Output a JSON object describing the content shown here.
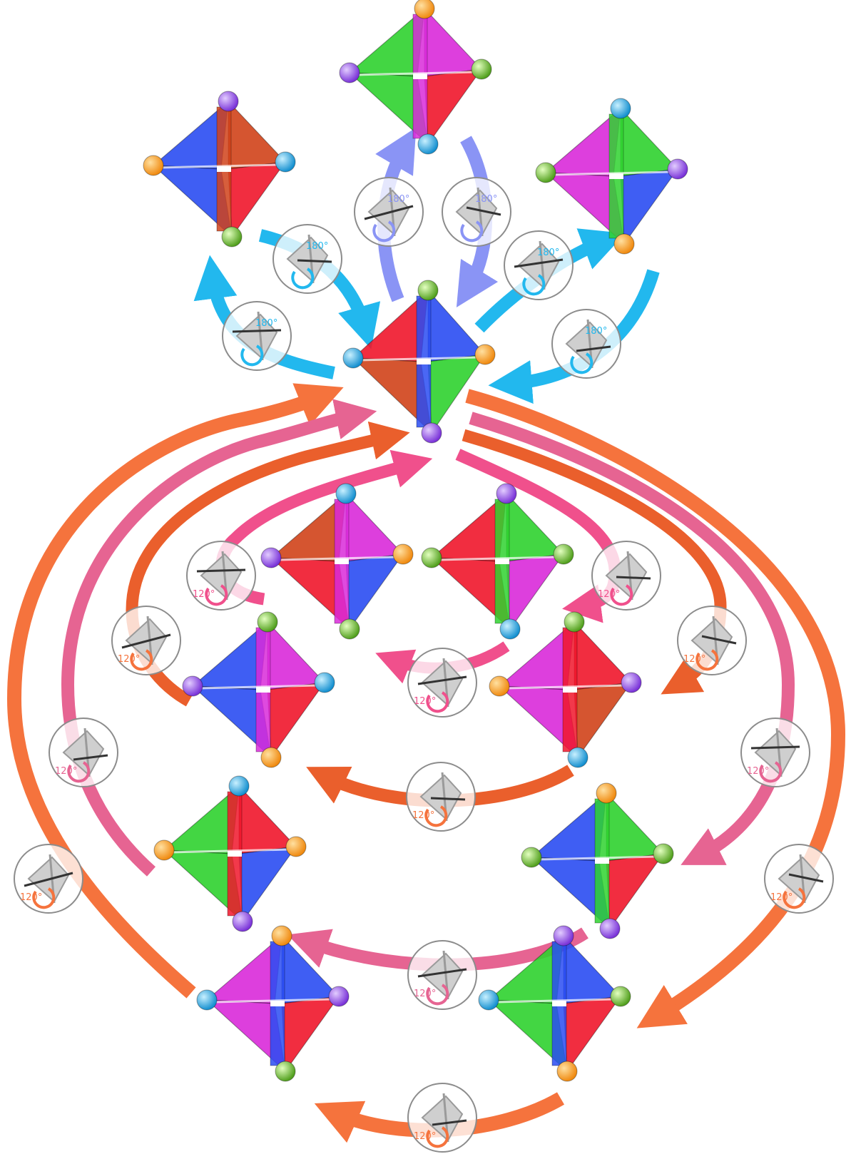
{
  "colors": {
    "red": "#f0162b",
    "green": "#2fd22f",
    "blue": "#2a4cf2",
    "magenta": "#d92ad9",
    "rust": "#d0421a",
    "cyan_arrow": "#22b8ee",
    "periwinkle_arrow": "#8a94f5",
    "orange_arrow": "#f5733d",
    "pink_arrow": "#e66492",
    "hotpink_arrow": "#f0508c",
    "vertex_orange": "#f5a019",
    "vertex_purple": "#9a4ff0",
    "vertex_cyan": "#29b6f0",
    "vertex_green": "#7fcf3a"
  },
  "badges": {
    "deg180": "180°",
    "deg120": "120°"
  },
  "tetrahedra": [
    {
      "id": "center",
      "faces": [
        "red",
        "blue",
        "rust",
        "green"
      ],
      "vertices": [
        "vertex_green",
        "vertex_cyan",
        "vertex_orange",
        "vertex_purple"
      ]
    },
    {
      "id": "top",
      "faces": [
        "green",
        "magenta",
        "green",
        "red"
      ],
      "vertices": [
        "vertex_orange",
        "vertex_purple",
        "vertex_green",
        "vertex_cyan"
      ]
    },
    {
      "id": "top-left",
      "faces": [
        "blue",
        "rust",
        "blue",
        "red"
      ],
      "vertices": [
        "vertex_purple",
        "vertex_orange",
        "vertex_cyan",
        "vertex_green"
      ]
    },
    {
      "id": "top-right",
      "faces": [
        "magenta",
        "green",
        "magenta",
        "blue"
      ],
      "vertices": [
        "vertex_cyan",
        "vertex_green",
        "vertex_purple",
        "vertex_orange"
      ]
    },
    {
      "id": "inner-left",
      "faces": [
        "rust",
        "magenta",
        "red",
        "blue"
      ],
      "vertices": [
        "vertex_cyan",
        "vertex_purple",
        "vertex_orange",
        "vertex_green"
      ]
    },
    {
      "id": "inner-right",
      "faces": [
        "red",
        "green",
        "red",
        "magenta"
      ],
      "vertices": [
        "vertex_purple",
        "vertex_green",
        "vertex_green",
        "vertex_cyan"
      ]
    },
    {
      "id": "mid-left",
      "faces": [
        "blue",
        "magenta",
        "blue",
        "red"
      ],
      "vertices": [
        "vertex_green",
        "vertex_purple",
        "vertex_cyan",
        "vertex_orange"
      ]
    },
    {
      "id": "mid-right",
      "faces": [
        "magenta",
        "red",
        "magenta",
        "rust"
      ],
      "vertices": [
        "vertex_green",
        "vertex_orange",
        "vertex_purple",
        "vertex_cyan"
      ]
    },
    {
      "id": "low-left",
      "faces": [
        "green",
        "red",
        "green",
        "blue"
      ],
      "vertices": [
        "vertex_cyan",
        "vertex_orange",
        "vertex_orange",
        "vertex_purple"
      ]
    },
    {
      "id": "low-right",
      "faces": [
        "blue",
        "green",
        "blue",
        "red"
      ],
      "vertices": [
        "vertex_orange",
        "vertex_green",
        "vertex_green",
        "vertex_purple"
      ]
    },
    {
      "id": "bottom-left",
      "faces": [
        "magenta",
        "blue",
        "magenta",
        "red"
      ],
      "vertices": [
        "vertex_orange",
        "vertex_cyan",
        "vertex_purple",
        "vertex_green"
      ]
    },
    {
      "id": "bottom-right",
      "faces": [
        "green",
        "blue",
        "green",
        "red"
      ],
      "vertices": [
        "vertex_purple",
        "vertex_cyan",
        "vertex_green",
        "vertex_orange"
      ]
    }
  ]
}
